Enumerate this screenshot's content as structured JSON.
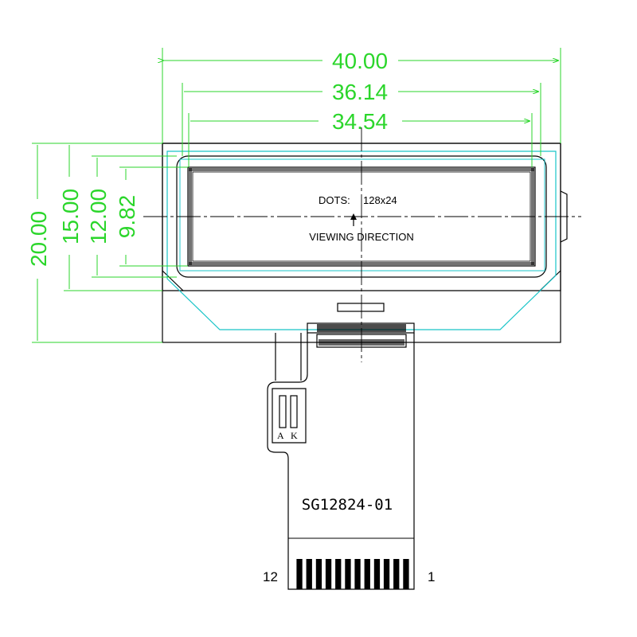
{
  "dimensions": {
    "horizontal": [
      {
        "name": "width-outline",
        "label": "40.00"
      },
      {
        "name": "width-viewing-area",
        "label": "36.14"
      },
      {
        "name": "width-active-area",
        "label": "34.54"
      }
    ],
    "vertical": [
      {
        "name": "height-outline",
        "label": "20.00"
      },
      {
        "name": "height-glass",
        "label": "15.00"
      },
      {
        "name": "height-viewing-area",
        "label": "12.00"
      },
      {
        "name": "height-active-area",
        "label": "9.82"
      }
    ]
  },
  "display": {
    "dots_label": "DOTS:",
    "dots_value": "128x24",
    "viewing_direction": "VIEWING DIRECTION"
  },
  "backlight": {
    "anode_label": "A",
    "cathode_label": "K"
  },
  "flex_cable": {
    "model": "SG12824-01",
    "pin_first": "1",
    "pin_last": "12"
  },
  "colors": {
    "outline": "#000000",
    "dimension": "#2bd62b",
    "viewing_area": "#19c4c8"
  }
}
